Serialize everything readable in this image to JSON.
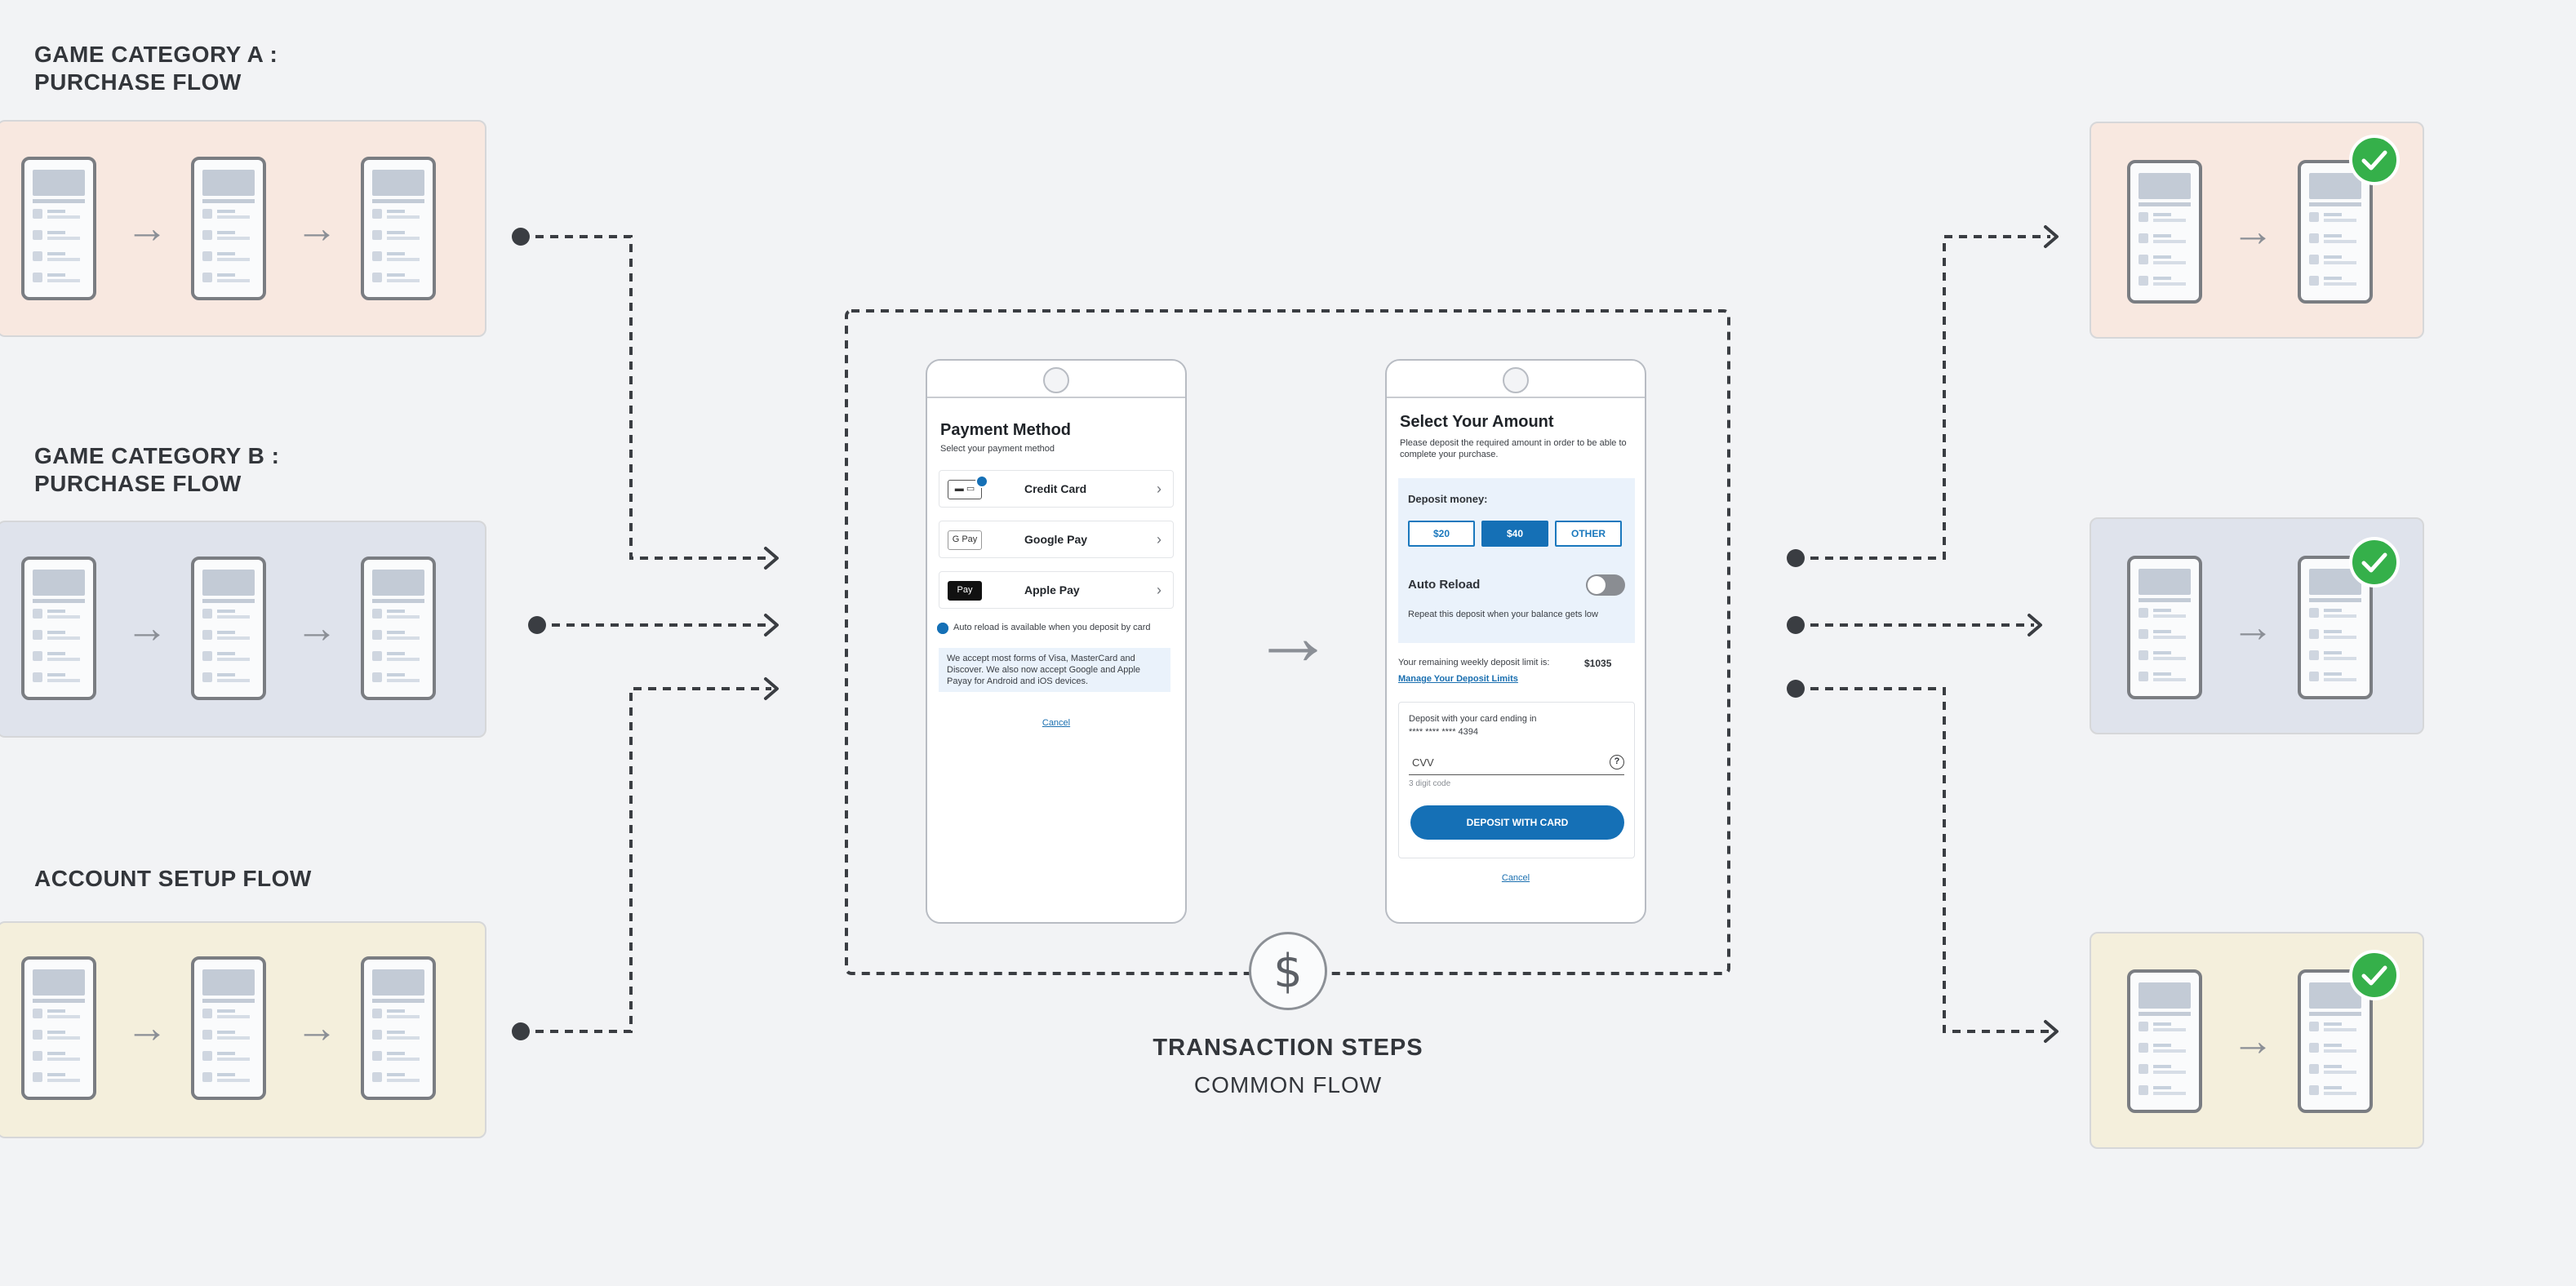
{
  "flows": [
    {
      "title_line1": "GAME CATEGORY A :",
      "title_line2": "PURCHASE FLOW"
    },
    {
      "title_line1": "GAME CATEGORY B :",
      "title_line2": "PURCHASE FLOW"
    },
    {
      "title_line1": "ACCOUNT SETUP FLOW",
      "title_line2": ""
    }
  ],
  "center": {
    "title": "TRANSACTION STEPS",
    "subtitle": "COMMON FLOW",
    "icon": "dollar-icon",
    "icon_glyph": "$"
  },
  "payment_screen": {
    "title": "Payment Method",
    "subtitle": "Select your payment method",
    "methods": [
      {
        "label": "Credit Card",
        "icon": "credit-card-icon",
        "icon_text": "▬ ▭"
      },
      {
        "label": "Google Pay",
        "icon": "google-pay-icon",
        "icon_text": "G Pay"
      },
      {
        "label": "Apple Pay",
        "icon": "apple-pay-icon",
        "icon_text": "Pay"
      }
    ],
    "chevron": "›",
    "auto_reload_note": "Auto reload is available when you deposit by card",
    "info": "We accept most forms of Visa, MasterCard and Discover. We also now accept Google and Apple Payay for Android and iOS devices.",
    "cancel": "Cancel"
  },
  "amount_screen": {
    "title": "Select Your Amount",
    "subtitle": "Please deposit the required amount in order to be able to complete your purchase.",
    "deposit_label": "Deposit money:",
    "amounts": [
      "$20",
      "$40",
      "OTHER"
    ],
    "selected_amount": "$40",
    "auto_reload_label": "Auto Reload",
    "auto_reload_on": false,
    "auto_reload_desc": "Repeat this deposit when your balance gets low",
    "limit_text": "Your remaining weekly deposit limit is:",
    "limit_value": "$1035",
    "manage_link": "Manage Your Deposit Limits",
    "card_text_line1": "Deposit with your card ending in",
    "card_text_line2": "**** **** **** 4394",
    "cvv_label": "CVV",
    "cvv_help": "?",
    "cvv_hint": "3 digit code",
    "deposit_button": "DEPOSIT WITH CARD",
    "cancel": "Cancel"
  },
  "between_screens_arrow": "→",
  "mini_arrow": "→",
  "colors": {
    "panel_a": "#f8e8e0",
    "panel_b": "#dfe3ec",
    "panel_c": "#f4efdc",
    "accent_blue": "#1570b6",
    "success_green": "#35b04a",
    "connector": "#3a3d42"
  }
}
